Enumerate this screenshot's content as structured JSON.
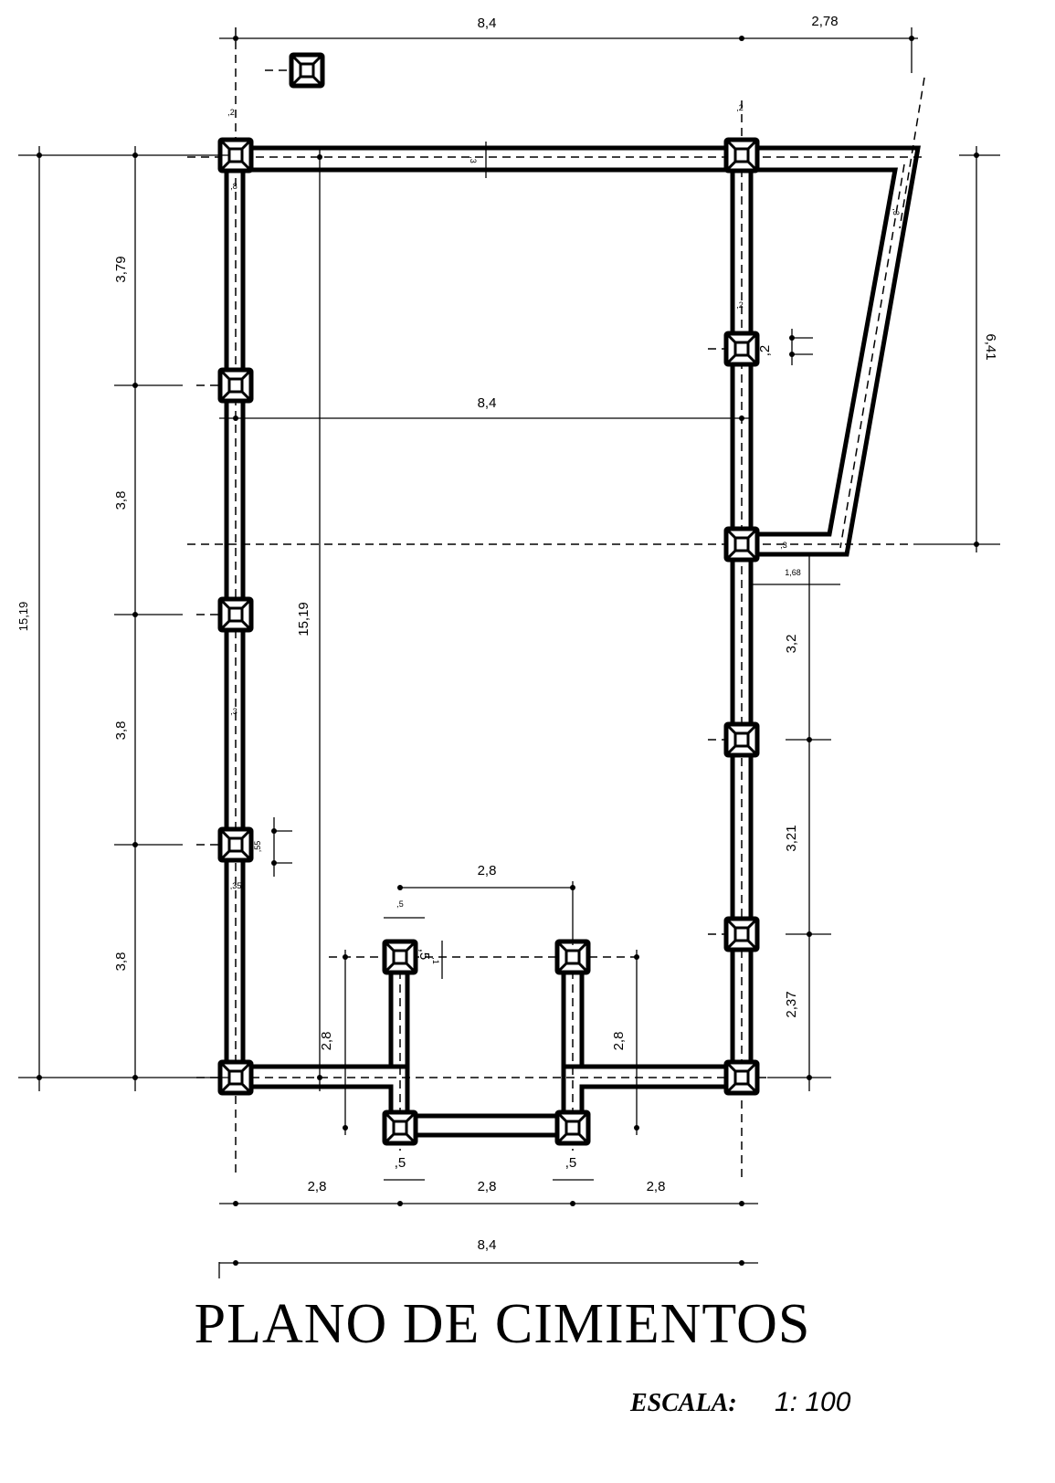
{
  "title": "PLANO DE CIMIENTOS",
  "scale_label": "ESCALA:",
  "scale_value": "1: 100",
  "dimensions": {
    "top_total": "8,4",
    "top_right": "2,78",
    "mid_width": "8,4",
    "bottom_total": "8,4",
    "bottom_left": "2,8",
    "bottom_mid": "2,8",
    "bottom_right": "2,8",
    "left_3_79": "3,79",
    "left_3_8_a": "3,8",
    "left_3_8_b": "3,8",
    "left_3_8_c": "3,8",
    "left_total": "15,19",
    "inner_total": "15,19",
    "right_6_41": "6,41",
    "right_3_2": "3,2",
    "right_3_21": "3,21",
    "right_2_37": "2,37",
    "ledge_1_68": "1,68",
    "ledge_3": ",3",
    "entry_width": "2,8",
    "entry_left_depth": "2,8",
    "entry_right_depth": "2,8",
    "entry_col_top": ",5",
    "entry_col_side": ",5",
    "entry_col_side_b": ",1",
    "entry_col_bottom_left": ",5",
    "entry_col_bottom_right": ",5",
    "wall_top_left": ",2",
    "wall_top_right": ",2",
    "wall_top_thick": ",3",
    "wall_left_8": ",8",
    "wall_diag_3": ",3",
    "wall_right_2": ",2",
    "footing_2": ",2",
    "wall_left_3": ",3",
    "footing_55": ",55",
    "footing_35": ",35"
  }
}
